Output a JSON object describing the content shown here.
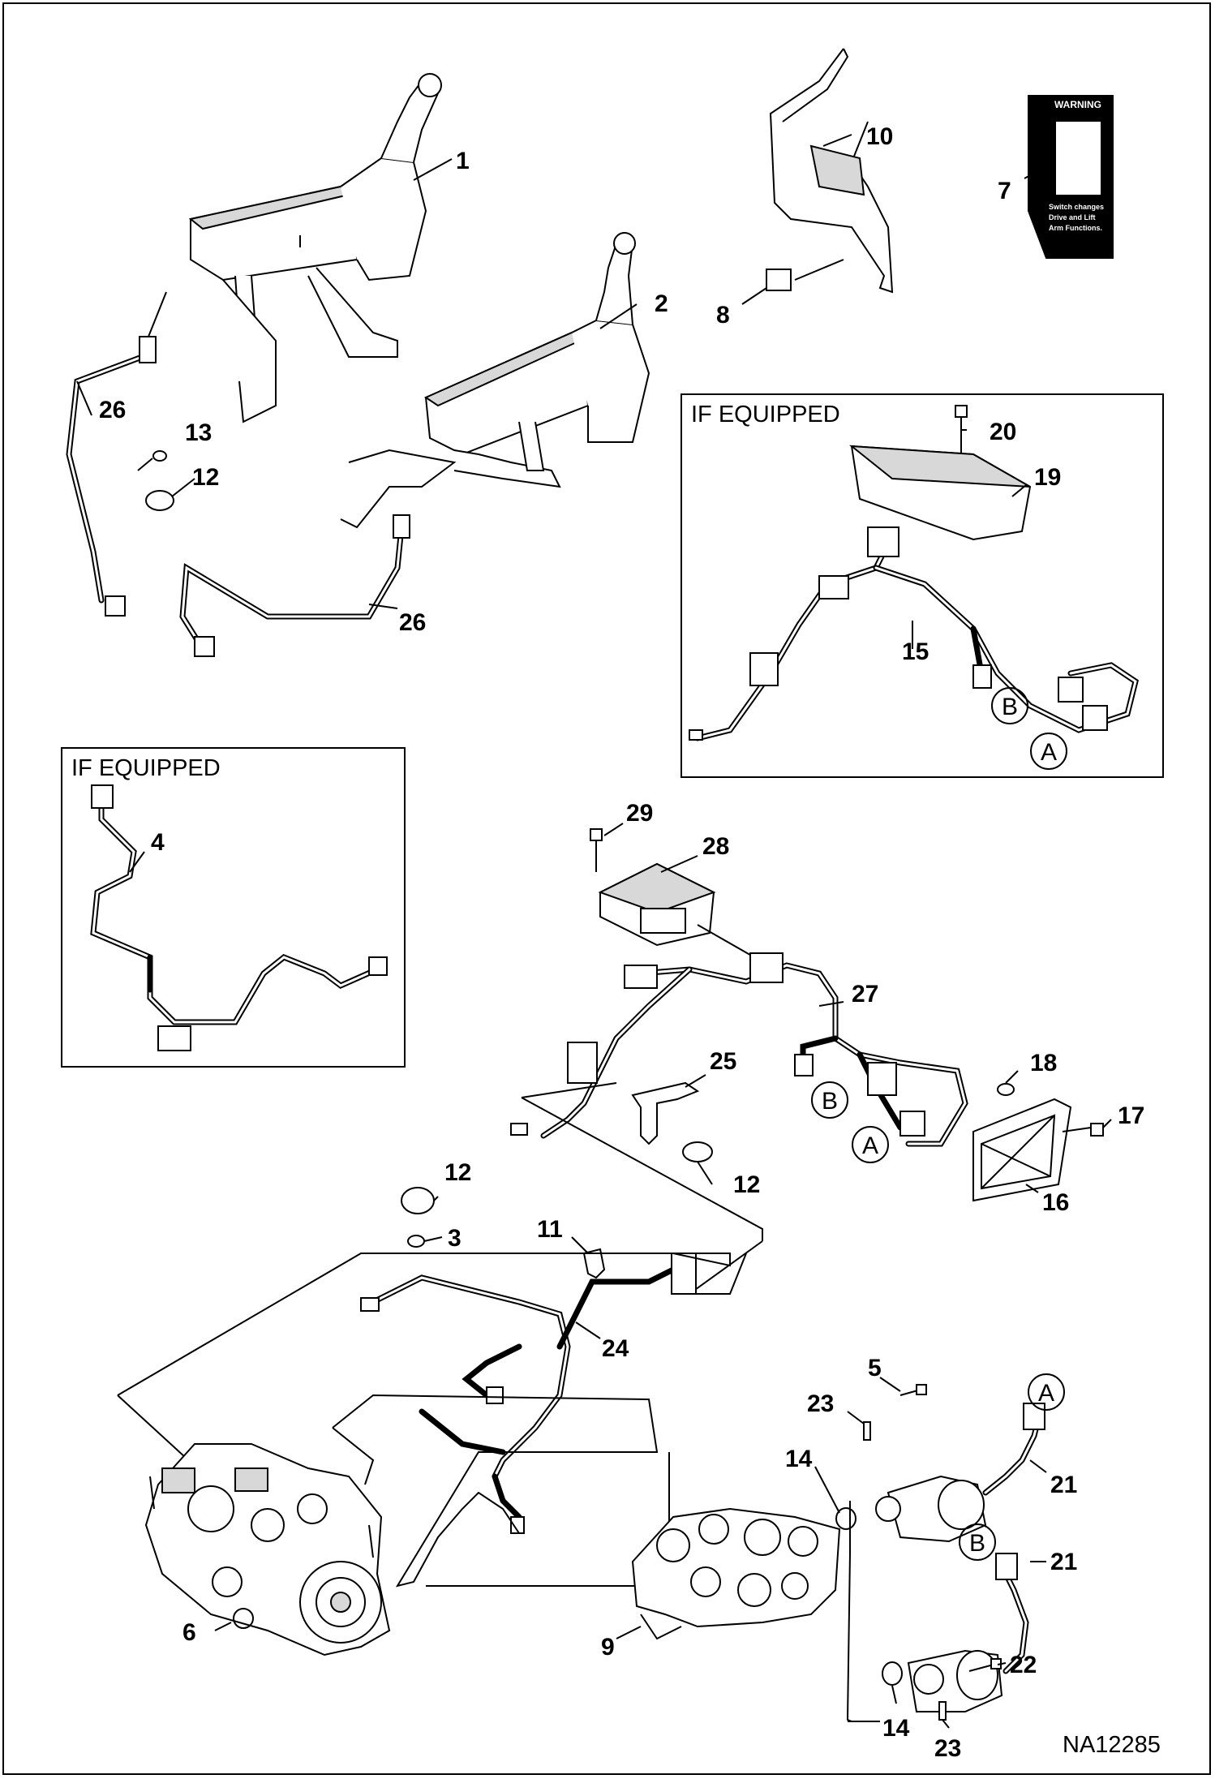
{
  "drawing_number": "NA12285",
  "boxes": {
    "switch_box_title": "IF EQUIPPED",
    "harness_box_title": "IF EQUIPPED"
  },
  "decal": {
    "header": "WARNING",
    "body_line1": "Switch changes",
    "body_line2": "Drive and Lift",
    "body_line3": "Arm Functions."
  },
  "connection_refs": {
    "a": "A",
    "b": "B"
  },
  "callouts": {
    "c1": "1",
    "c2": "2",
    "c3": "3",
    "c4": "4",
    "c5": "5",
    "c6": "6",
    "c7": "7",
    "c8": "8",
    "c9": "9",
    "c10": "10",
    "c11": "11",
    "c12a": "12",
    "c12b": "12",
    "c12c": "12",
    "c13": "13",
    "c14a": "14",
    "c14b": "14",
    "c15": "15",
    "c16": "16",
    "c17": "17",
    "c18": "18",
    "c19": "19",
    "c20": "20",
    "c21a": "21",
    "c21b": "21",
    "c22": "22",
    "c23a": "23",
    "c23b": "23",
    "c24": "24",
    "c25": "25",
    "c26a": "26",
    "c26b": "26",
    "c27": "27",
    "c28": "28",
    "c29": "29"
  },
  "colors": {
    "ink": "#000000",
    "paper": "#ffffff",
    "decal_fill": "#000000"
  }
}
